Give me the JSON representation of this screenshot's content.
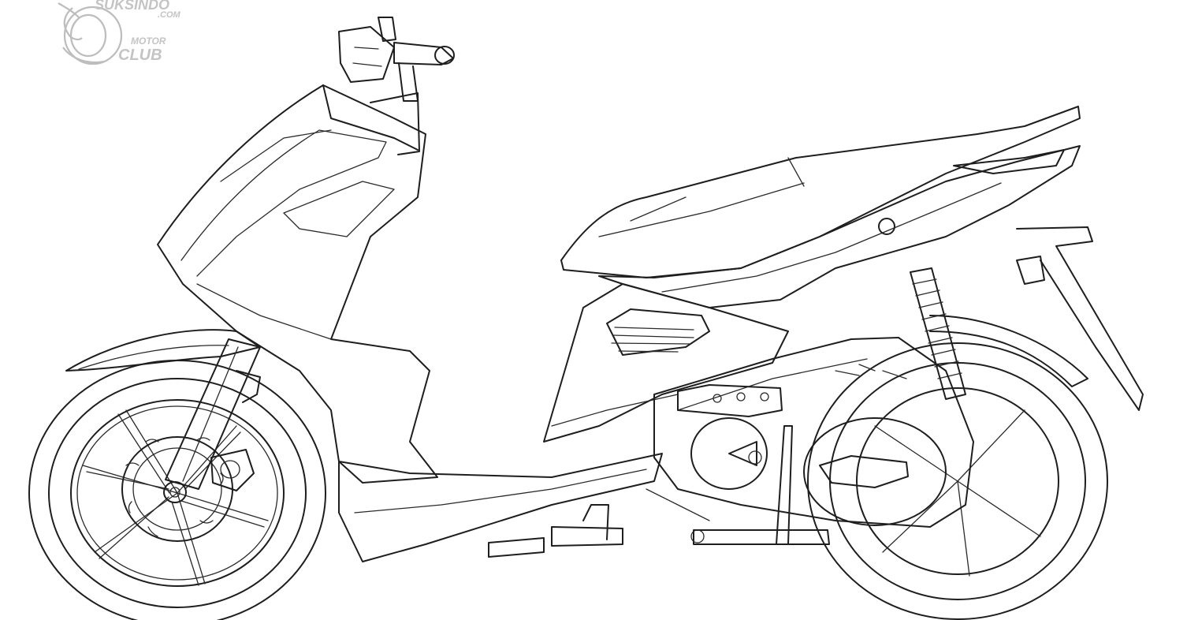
{
  "image": {
    "subject": "Scooter line drawing",
    "background": "#ffffff",
    "line_color": "#1e1e1e"
  },
  "watermark": {
    "site_text": "SUKSINDO",
    "domain_text": ".COM",
    "club_line1": "MOTOR",
    "club_line2": "CLUB",
    "color": "#c4c4c4"
  }
}
